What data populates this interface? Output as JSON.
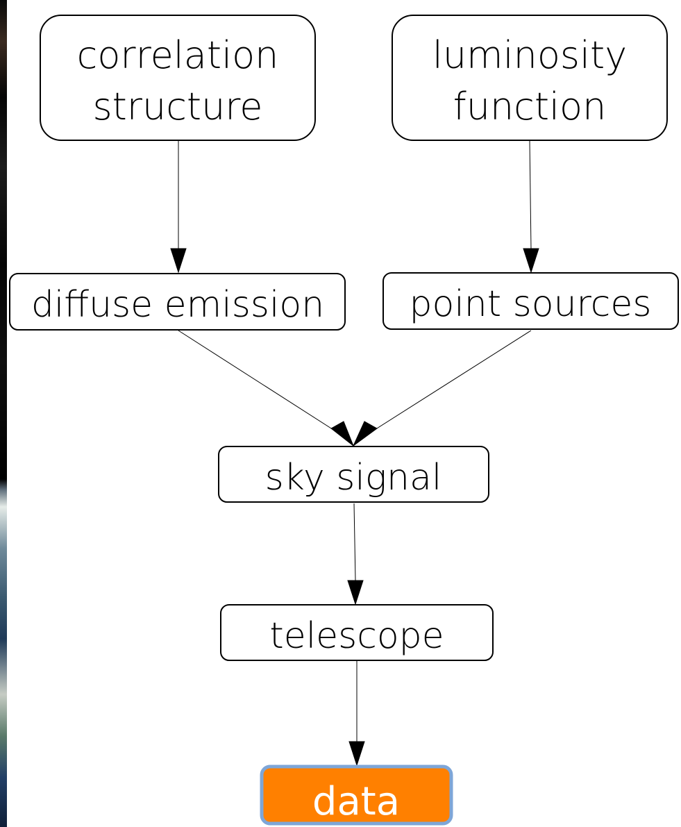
{
  "diagram": {
    "nodes": {
      "correlation": {
        "line1": "correlation",
        "line2": "structure"
      },
      "luminosity": {
        "line1": "luminosity",
        "line2": "function"
      },
      "diffuse": {
        "label": "diffuse emission"
      },
      "point": {
        "label": "point sources"
      },
      "sky": {
        "label": "sky signal"
      },
      "telescope": {
        "label": "telescope"
      },
      "data": {
        "label": "data"
      }
    },
    "edges": [
      {
        "from": "correlation structure",
        "to": "diffuse emission"
      },
      {
        "from": "luminosity function",
        "to": "point sources"
      },
      {
        "from": "diffuse emission",
        "to": "sky signal"
      },
      {
        "from": "point sources",
        "to": "sky signal"
      },
      {
        "from": "sky signal",
        "to": "telescope"
      },
      {
        "from": "telescope",
        "to": "data"
      }
    ],
    "colors": {
      "node_fill": "#ffffff",
      "node_stroke": "#000000",
      "highlight_fill": "#ff8000",
      "highlight_stroke": "#7ea6d8",
      "highlight_text": "#ffffff"
    }
  }
}
